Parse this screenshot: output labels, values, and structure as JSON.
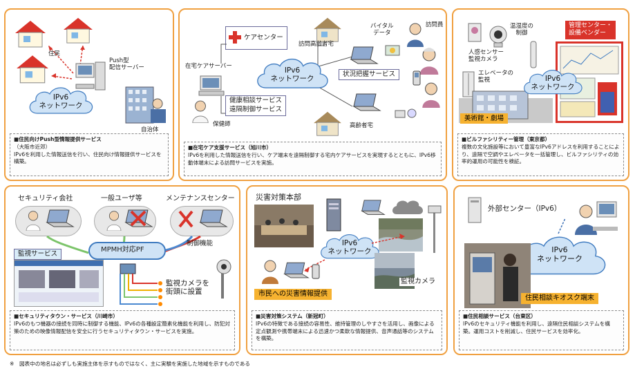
{
  "panels": {
    "push": {
      "labels": {
        "residents": "住民",
        "server": "Push型\n配信サーバー",
        "cloud": "IPv6\nネットワーク",
        "gov": "自治体"
      },
      "title": "■住民向けPush型情報提供サービス",
      "location": "（大阪市近郊）",
      "body": "IPv6を利用した情報送信を行い、住民向け情報提供サービスを構築。"
    },
    "care": {
      "labels": {
        "care_center": "ケアセンター",
        "home_server": "在宅ケアサーバー",
        "visited_home": "訪問高齢者宅",
        "vital": "バイタル\nデータ",
        "visitor": "訪問員",
        "cloud": "IPv6\nネットワーク",
        "status": "状況把握サービス",
        "health": "健康相談サービス\n遠隔制御サービス",
        "nurse": "保健師",
        "elderly_home": "高齢者宅"
      },
      "title": "■在宅ケア支援サービス（旭川市）",
      "body": "IPv6を利用した情報送信を行い、ケア端末を遠隔制御する宅内ケアサービスを実現するとともに、IPv6移動体端末による訪問サービスを実施。"
    },
    "building": {
      "labels": {
        "humidity": "温湿度の\n制御",
        "mgmt": "管理センター・\n設備ベンダー",
        "sensor": "人感センサー\n監視カメラ",
        "elevator": "エレベータの\n監視",
        "cloud": "IPv6\nネットワーク",
        "museum": "美術館・劇場"
      },
      "title": "■ビルファシリティー管理（東京都）",
      "body": "複数の文化施設等において豊富なIPv6アドレスを利用することにより、遠隔で空調やエレベータを一括管理し、ビルファシリティの効率的運用の可能性を検証。"
    },
    "security": {
      "labels": {
        "company": "セキュリティ会社",
        "user": "一般ユーザ等",
        "maint": "メンテナンスセンター",
        "pf": "MPMH対応PF",
        "control": "制御機能",
        "monitor": "監視サービス",
        "camera": "監視カメラを\n街頭に設置"
      },
      "title": "■セキュリティタウン・サービス（川崎市）",
      "body": "IPv6のもつ機器の接続を同時に制御する機能、IPv6の各種設定簡素化機能を利用し、防犯対策のための映像情報配信を安全に行うセキュリティタウン・サービスを実施。"
    },
    "disaster": {
      "labels": {
        "hq": "災害対策本部",
        "cloud": "IPv6\nネットワーク",
        "citizen": "市民への災害情報提供",
        "camera": "監視カメラ"
      },
      "title": "■災害対策システム（新冠町）",
      "body": "IPv6の特徴である接続の容易性、維持管理のしやすさを活用し、画像による定点観測や携帯端末による迅速かつ柔軟な情報提供、音声通話等のシステムを構築。"
    },
    "consult": {
      "labels": {
        "external": "外部センター（IPv6）",
        "cloud": "IPv6\nネットワーク",
        "kiosk": "住民相談キオスク端末"
      },
      "title": "■住民相談サービス（台東区）",
      "body": "IPv6のセキュリティ機能を利用し、遠隔住民相談システムを構築。運用コストを削減し、住民サービスを効率化。"
    }
  },
  "footnote": "※　図表中の地名は必ずしも実施主体を示すものではなく、主に実験を実施した地域を示すものである",
  "colors": {
    "panel_border": "#f0a040",
    "cloud_fill": "#cfe3f6",
    "cloud_stroke": "#3f7bc0",
    "arrow_red": "#d9332a",
    "arrow_blue": "#3b6fb5",
    "accent_orange": "#f6b230"
  }
}
